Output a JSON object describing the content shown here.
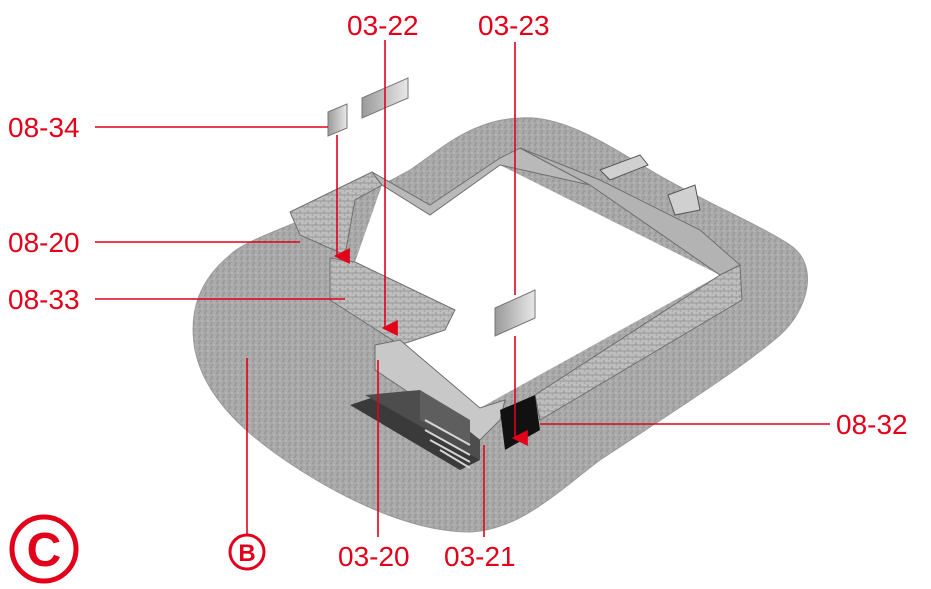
{
  "accent_color": "#e3001b",
  "badges": {
    "view": "C",
    "ground": "B"
  },
  "callouts": {
    "c_08_34": "08-34",
    "c_08_20": "08-20",
    "c_08_33": "08-33",
    "c_03_22": "03-22",
    "c_03_23": "03-23",
    "c_08_32": "08-32",
    "c_03_20": "03-20",
    "c_03_21": "03-21"
  }
}
